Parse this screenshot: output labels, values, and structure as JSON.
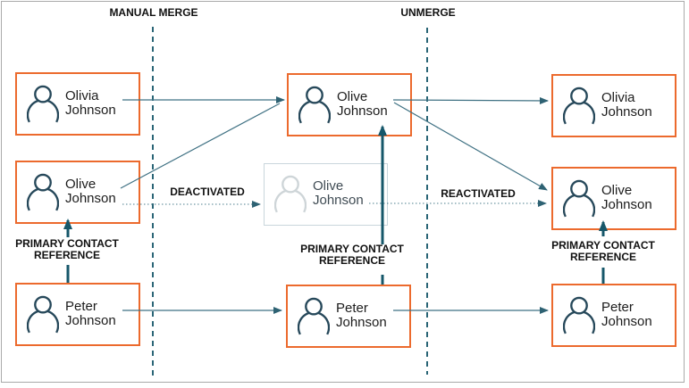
{
  "diagram": {
    "title_hint": "contact manual merge and unmerge flow",
    "phases": {
      "manual_merge": "MANUAL MERGE",
      "unmerge": "UNMERGE"
    },
    "annotations": {
      "deactivated": "DEACTIVATED",
      "reactivated": "REACTIVATED",
      "pcr_line1": "PRIMARY CONTACT",
      "pcr_line2": "REFERENCE"
    },
    "cards": [
      {
        "id": "left-olivia",
        "first": "Olivia",
        "last": "Johnson",
        "state": "active"
      },
      {
        "id": "left-olive",
        "first": "Olive",
        "last": "Johnson",
        "state": "active"
      },
      {
        "id": "left-peter",
        "first": "Peter",
        "last": "Johnson",
        "state": "active"
      },
      {
        "id": "merged-olive",
        "first": "Olive",
        "last": "Johnson",
        "state": "active"
      },
      {
        "id": "deactivated-olive",
        "first": "Olive",
        "last": "Johnson",
        "state": "deactivated"
      },
      {
        "id": "merged-peter",
        "first": "Peter",
        "last": "Johnson",
        "state": "active"
      },
      {
        "id": "right-olivia",
        "first": "Olivia",
        "last": "Johnson",
        "state": "active"
      },
      {
        "id": "right-olive",
        "first": "Olive",
        "last": "Johnson",
        "state": "active"
      },
      {
        "id": "right-peter",
        "first": "Peter",
        "last": "Johnson",
        "state": "active"
      }
    ],
    "colors": {
      "card_border_orange": "#ec6a2d",
      "faded_card_border": "#c9d6dc",
      "icon_teal": "#26485a",
      "faded_icon": "#ced5d8",
      "thin_line_teal": "#3f7183",
      "thick_arrow_teal": "#16576a",
      "divider_teal": "#2a6576",
      "page_border_gray": "#a9a9a9"
    }
  }
}
